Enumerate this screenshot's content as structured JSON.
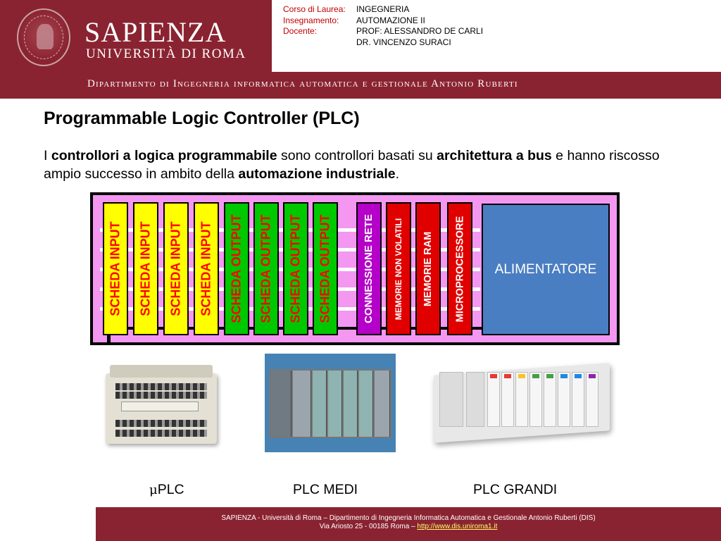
{
  "header": {
    "brand_name": "SAPIENZA",
    "brand_sub": "UNIVERSITÀ DI ROMA",
    "department": "Dipartimento di Ingegneria informatica automatica e gestionale Antonio Ruberti",
    "info": [
      {
        "key": "Corso di Laurea:",
        "value": "INGEGNERIA"
      },
      {
        "key": "Insegnamento:",
        "value": "AUTOMAZIONE II"
      },
      {
        "key": "Docente:",
        "value": "PROF: ALESSANDRO DE CARLI"
      },
      {
        "key": "",
        "value": "DR. VINCENZO SURACI"
      }
    ],
    "colors": {
      "brand": "#8a2331",
      "info_key": "#c00000"
    }
  },
  "slide": {
    "title": "Programmable Logic Controller (PLC)",
    "paragraph": {
      "t1": "I ",
      "b1": "controllori a logica programmabile",
      "t2": " sono controllori basati su ",
      "b2": "architettura a bus",
      "t3": " e hanno riscosso ampio successo in ambito della ",
      "b3": "automazione industriale",
      "t4": "."
    }
  },
  "plc_diagram": {
    "cards": [
      {
        "label": "SCHEDA INPUT",
        "kind": "input"
      },
      {
        "label": "SCHEDA INPUT",
        "kind": "input"
      },
      {
        "label": "SCHEDA INPUT",
        "kind": "input"
      },
      {
        "label": "SCHEDA INPUT",
        "kind": "input"
      },
      {
        "label": "SCHEDA OUTPUT",
        "kind": "output"
      },
      {
        "label": "SCHEDA OUTPUT",
        "kind": "output"
      },
      {
        "label": "SCHEDA OUTPUT",
        "kind": "output"
      },
      {
        "label": "SCHEDA OUTPUT",
        "kind": "output"
      },
      {
        "label": "CONNESSIONE RETE",
        "kind": "net"
      },
      {
        "label": "MEMORIE NON VOLATILI",
        "kind": "red"
      },
      {
        "label": "MEMORIE RAM",
        "kind": "red"
      },
      {
        "label": "MICROPROCESSORE",
        "kind": "red"
      }
    ],
    "power_supply": "ALIMENTATORE",
    "colors": {
      "bus": "#f397f0",
      "input": "#ffff00",
      "output": "#00c800",
      "net": "#b400c8",
      "cpu": "#e00000",
      "psu": "#4a7ec2"
    }
  },
  "photos": {
    "captions": [
      {
        "prefix": "μ",
        "text": "PLC"
      },
      {
        "prefix": "",
        "text": "PLC MEDI"
      },
      {
        "prefix": "",
        "text": "PLC GRANDI"
      }
    ]
  },
  "footer": {
    "line1": "SAPIENZA - Università di Roma – Dipartimento di Ingegneria Informatica Automatica e Gestionale Antonio Ruberti (DIS)",
    "line2_prefix": "Via Ariosto 25 - 00185 Roma – ",
    "link": "http://www.dis.uniroma1.it"
  }
}
